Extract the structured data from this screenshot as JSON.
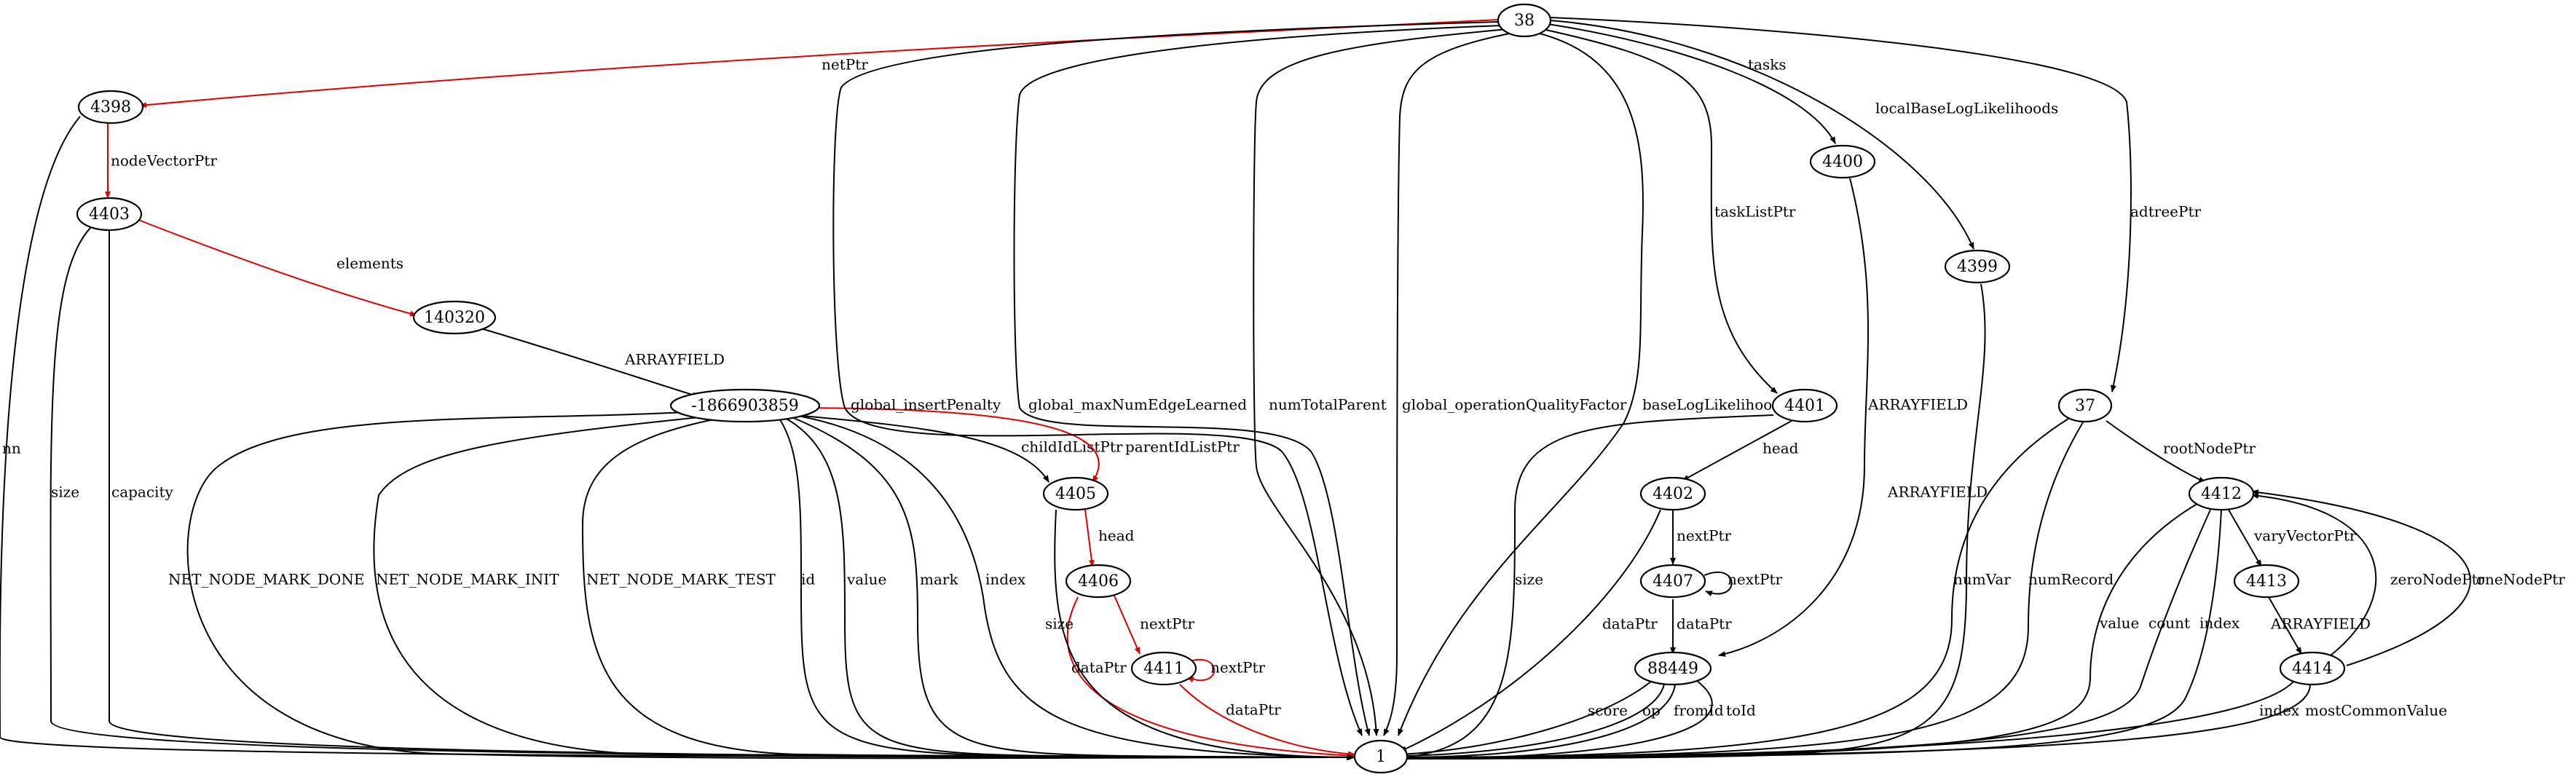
{
  "graph": {
    "nodes": {
      "n38": "38",
      "n4398": "4398",
      "n4403": "4403",
      "n140320": "140320",
      "n1866903859": "-1866903859",
      "n4405": "4405",
      "n4406": "4406",
      "n4411": "4411",
      "n1": "1",
      "n4400": "4400",
      "n4399": "4399",
      "n4401": "4401",
      "n4402": "4402",
      "n4407": "4407",
      "n88449": "88449",
      "n37": "37",
      "n4412": "4412",
      "n4413": "4413",
      "n4414": "4414"
    },
    "edges": [
      {
        "from": "38",
        "to": "4398",
        "label": "netPtr",
        "color": "#e00000"
      },
      {
        "from": "4398",
        "to": "4403",
        "label": "nodeVectorPtr",
        "color": "#e00000"
      },
      {
        "from": "4403",
        "to": "140320",
        "label": "elements",
        "color": "#e00000"
      },
      {
        "from": "140320",
        "to": "-1866903859",
        "label": "ARRAYFIELD",
        "color": "#000000"
      },
      {
        "from": "-1866903859",
        "to": "4405",
        "label": "childIdListPtr",
        "color": "#000000"
      },
      {
        "from": "-1866903859",
        "to": "4405",
        "label": "parentIdListPtr",
        "color": "#e00000"
      },
      {
        "from": "4405",
        "to": "4406",
        "label": "head",
        "color": "#e00000"
      },
      {
        "from": "4406",
        "to": "4411",
        "label": "nextPtr",
        "color": "#e00000"
      },
      {
        "from": "4411",
        "to": "4411",
        "label": "nextPtr",
        "color": "#e00000"
      },
      {
        "from": "4411",
        "to": "1",
        "label": "dataPtr",
        "color": "#e00000"
      },
      {
        "from": "4406",
        "to": "1",
        "label": "dataPtr",
        "color": "#e00000"
      },
      {
        "from": "4405",
        "to": "1",
        "label": "size",
        "color": "#000000"
      },
      {
        "from": "4398",
        "to": "1",
        "label": "nn",
        "color": "#000000"
      },
      {
        "from": "4403",
        "to": "1",
        "label": "size",
        "color": "#000000"
      },
      {
        "from": "4403",
        "to": "1",
        "label": "capacity",
        "color": "#000000"
      },
      {
        "from": "-1866903859",
        "to": "1",
        "label": "NET_NODE_MARK_DONE",
        "color": "#000000"
      },
      {
        "from": "-1866903859",
        "to": "1",
        "label": "NET_NODE_MARK_INIT",
        "color": "#000000"
      },
      {
        "from": "-1866903859",
        "to": "1",
        "label": "NET_NODE_MARK_TEST",
        "color": "#000000"
      },
      {
        "from": "-1866903859",
        "to": "1",
        "label": "id",
        "color": "#000000"
      },
      {
        "from": "-1866903859",
        "to": "1",
        "label": "value",
        "color": "#000000"
      },
      {
        "from": "-1866903859",
        "to": "1",
        "label": "mark",
        "color": "#000000"
      },
      {
        "from": "-1866903859",
        "to": "1",
        "label": "index",
        "color": "#000000"
      },
      {
        "from": "38",
        "to": "1",
        "label": "global_insertPenalty",
        "color": "#000000"
      },
      {
        "from": "38",
        "to": "1",
        "label": "global_maxNumEdgeLearned",
        "color": "#000000"
      },
      {
        "from": "38",
        "to": "1",
        "label": "numTotalParent",
        "color": "#000000"
      },
      {
        "from": "38",
        "to": "1",
        "label": "global_operationQualityFactor",
        "color": "#000000"
      },
      {
        "from": "38",
        "to": "1",
        "label": "baseLogLikelihood",
        "color": "#000000"
      },
      {
        "from": "38",
        "to": "4400",
        "label": "tasks",
        "color": "#000000"
      },
      {
        "from": "38",
        "to": "4399",
        "label": "localBaseLogLikelihoods",
        "color": "#000000"
      },
      {
        "from": "38",
        "to": "4401",
        "label": "taskListPtr",
        "color": "#000000"
      },
      {
        "from": "38",
        "to": "37",
        "label": "adtreePtr",
        "color": "#000000"
      },
      {
        "from": "4400",
        "to": "88449",
        "label": "ARRAYFIELD",
        "color": "#000000"
      },
      {
        "from": "4399",
        "to": "1",
        "label": "ARRAYFIELD",
        "color": "#000000"
      },
      {
        "from": "4401",
        "to": "4402",
        "label": "head",
        "color": "#000000"
      },
      {
        "from": "4401",
        "to": "1",
        "label": "size",
        "color": "#000000"
      },
      {
        "from": "4402",
        "to": "4407",
        "label": "nextPtr",
        "color": "#000000"
      },
      {
        "from": "4402",
        "to": "1",
        "label": "dataPtr",
        "color": "#000000"
      },
      {
        "from": "4407",
        "to": "4407",
        "label": "nextPtr",
        "color": "#000000"
      },
      {
        "from": "4407",
        "to": "88449",
        "label": "dataPtr",
        "color": "#000000"
      },
      {
        "from": "88449",
        "to": "1",
        "label": "score",
        "color": "#000000"
      },
      {
        "from": "88449",
        "to": "1",
        "label": "op",
        "color": "#000000"
      },
      {
        "from": "88449",
        "to": "1",
        "label": "fromId",
        "color": "#000000"
      },
      {
        "from": "88449",
        "to": "1",
        "label": "toId",
        "color": "#000000"
      },
      {
        "from": "37",
        "to": "4412",
        "label": "rootNodePtr",
        "color": "#000000"
      },
      {
        "from": "37",
        "to": "1",
        "label": "numVar",
        "color": "#000000"
      },
      {
        "from": "37",
        "to": "1",
        "label": "numRecord",
        "color": "#000000"
      },
      {
        "from": "4412",
        "to": "4413",
        "label": "varyVectorPtr",
        "color": "#000000"
      },
      {
        "from": "4412",
        "to": "1",
        "label": "value",
        "color": "#000000"
      },
      {
        "from": "4412",
        "to": "1",
        "label": "count",
        "color": "#000000"
      },
      {
        "from": "4412",
        "to": "1",
        "label": "index",
        "color": "#000000"
      },
      {
        "from": "4413",
        "to": "4414",
        "label": "ARRAYFIELD",
        "color": "#000000"
      },
      {
        "from": "4414",
        "to": "4412",
        "label": "zeroNodePtr",
        "color": "#000000"
      },
      {
        "from": "4414",
        "to": "4412",
        "label": "oneNodePtr",
        "color": "#000000"
      },
      {
        "from": "4414",
        "to": "1",
        "label": "index",
        "color": "#000000"
      },
      {
        "from": "4414",
        "to": "1",
        "label": "mostCommonValue",
        "color": "#000000"
      }
    ]
  }
}
